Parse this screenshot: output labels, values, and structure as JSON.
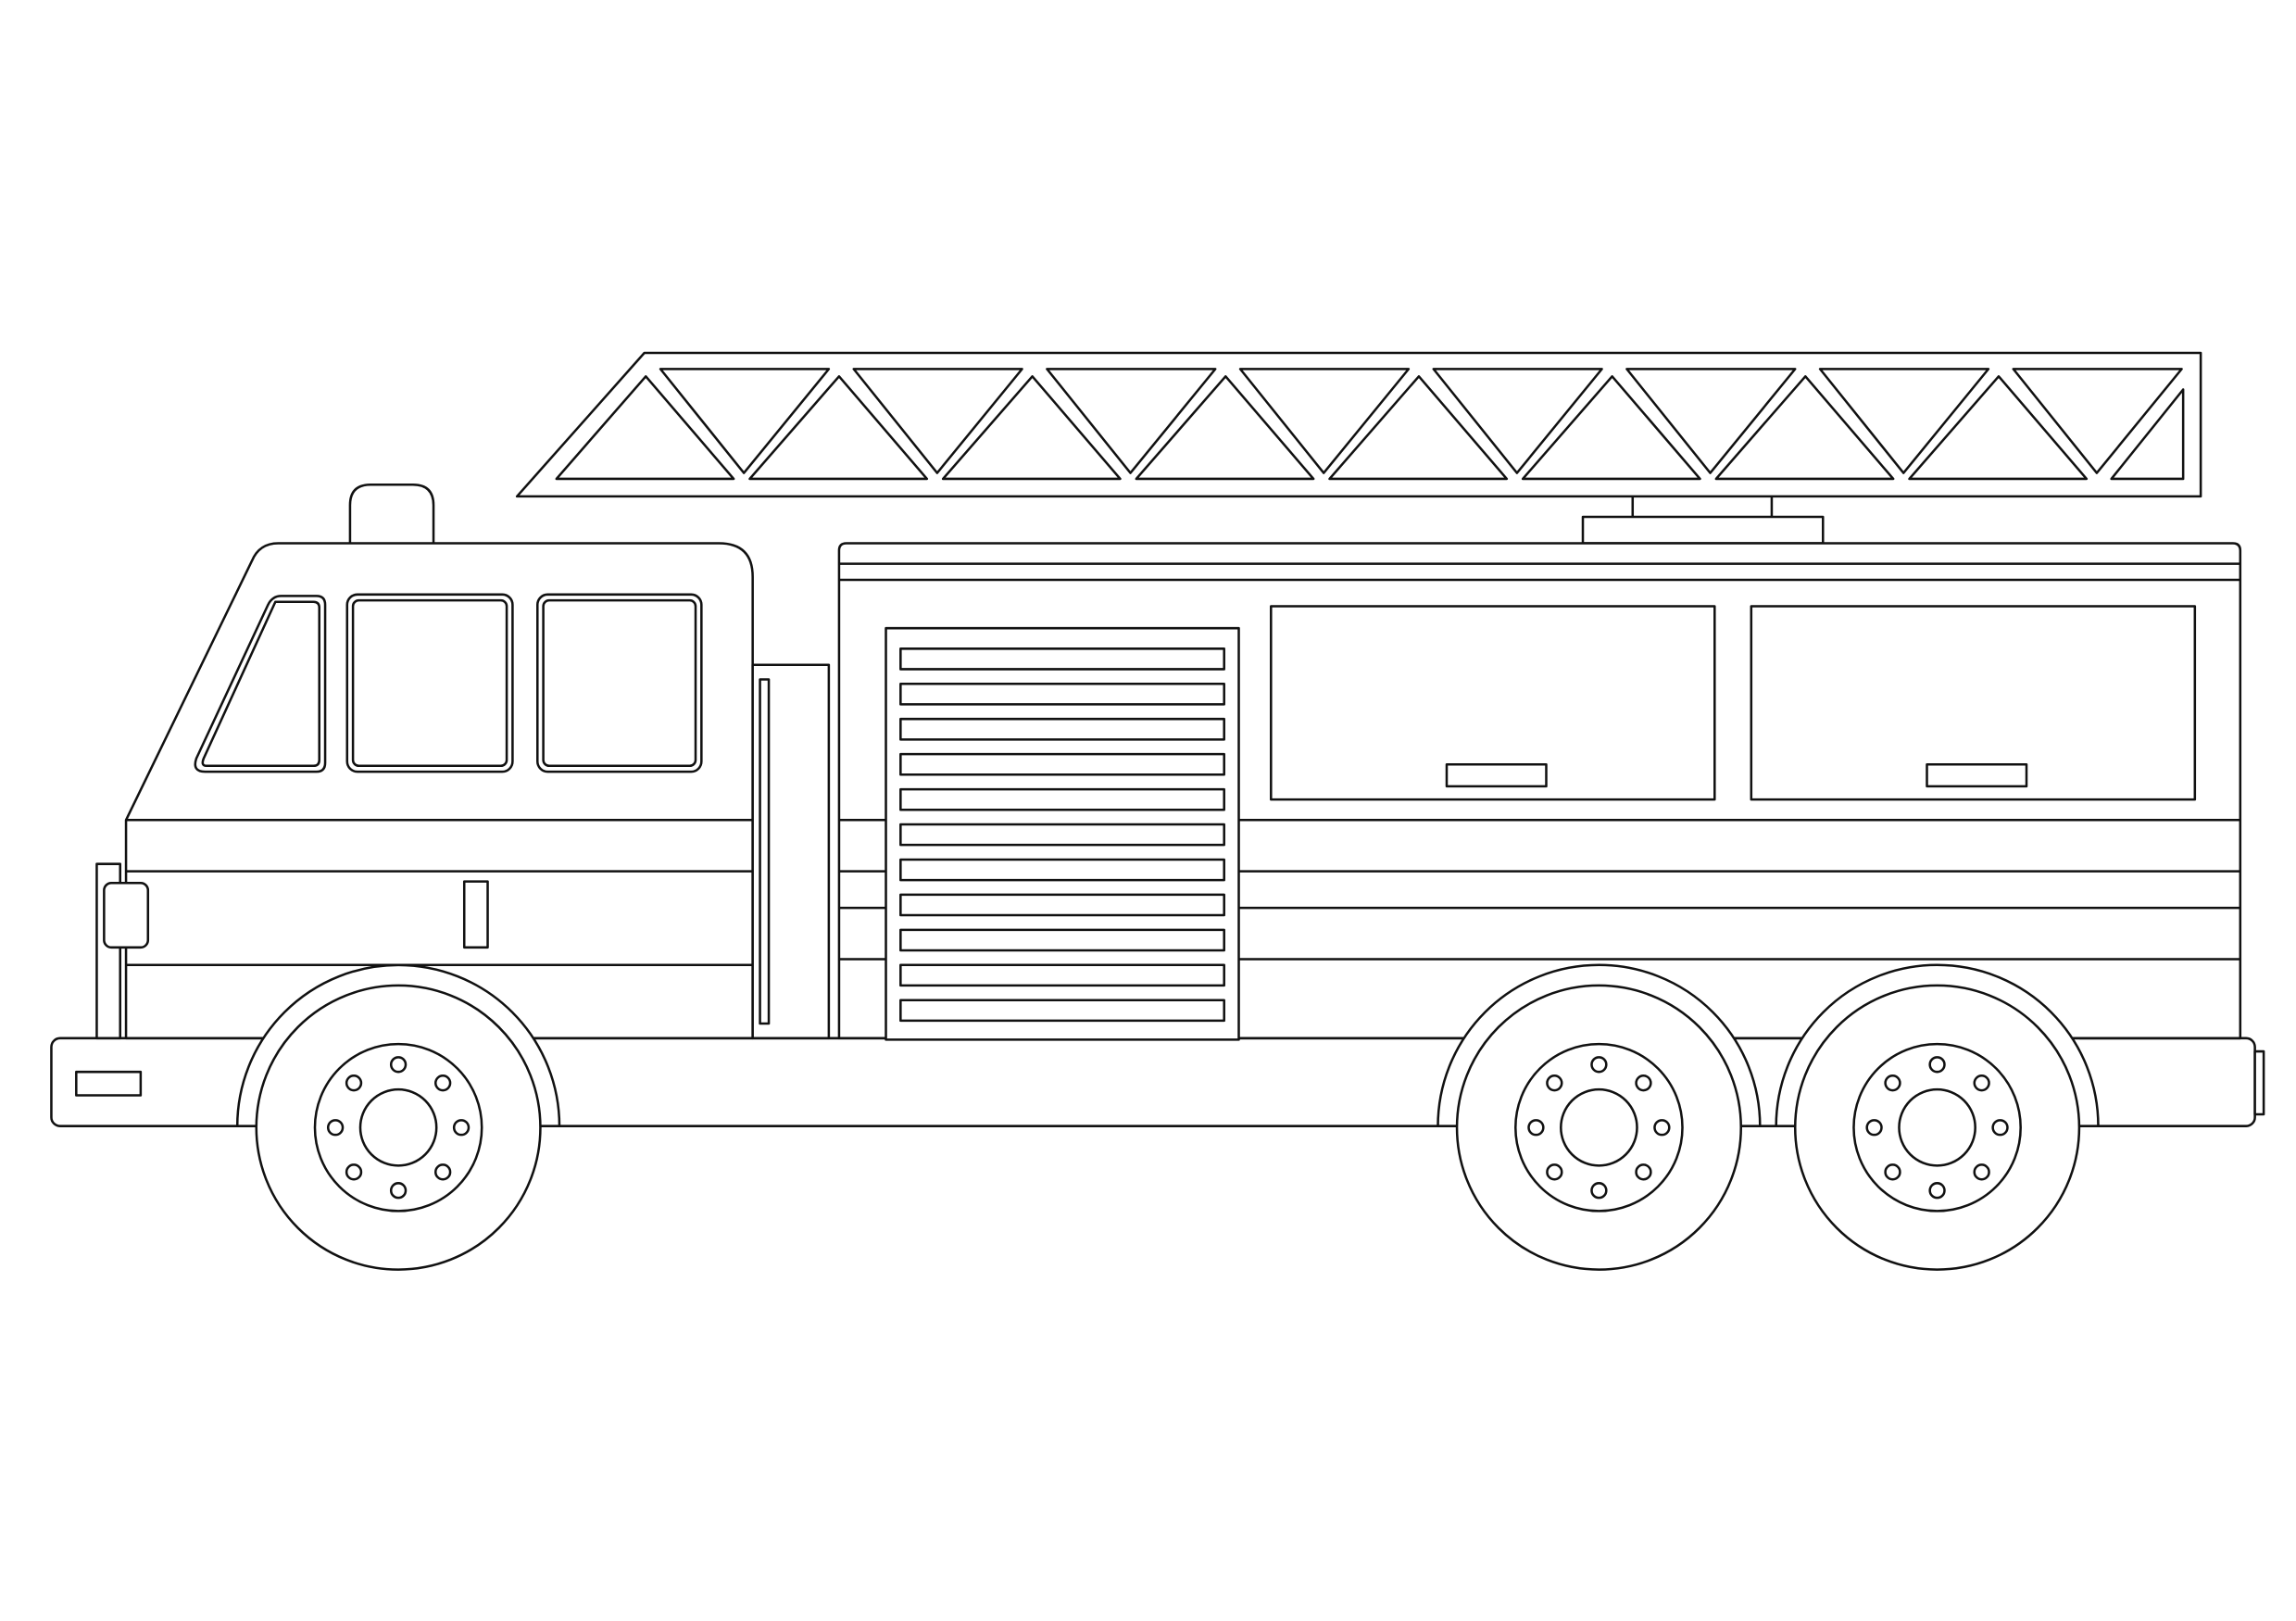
{
  "drawing": {
    "subject": "fire-truck-line-art",
    "colors": {
      "line": "#111111",
      "background": "#ffffff",
      "fill": "#ffffff"
    },
    "grill_slats": 11,
    "wheels": 3,
    "wheel_bolts": 8
  }
}
